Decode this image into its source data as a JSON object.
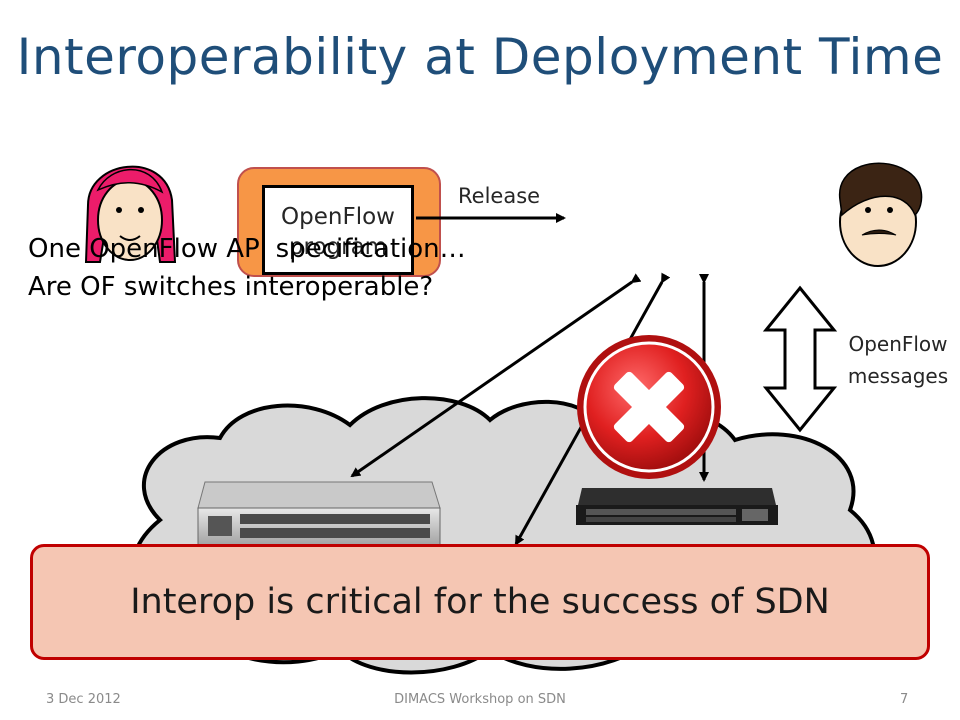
{
  "slide": {
    "title": "Interoperability at Deployment Time",
    "release_label": "Release",
    "program_box": {
      "line1": "OpenFlow",
      "line2": "program"
    },
    "question_lines": [
      "One OpenFlow API specification…",
      "Are OF switches interoperable?"
    ],
    "messages_label": {
      "line1": "OpenFlow",
      "line2": "messages"
    },
    "banner_text": "Interop is critical for the success of SDN",
    "footer": {
      "date": "3 Dec 2012",
      "event": "DIMACS Workshop on SDN",
      "page": "7"
    }
  },
  "colors": {
    "title": "#1f4e79",
    "program_orange": "#f79646",
    "banner_fill": "#f5c6b3",
    "banner_border": "#c00000",
    "error_red": "#d91c1c",
    "cloud_fill": "#d9d9d9"
  },
  "icons": [
    "girl-avatar-icon",
    "boy-avatar-icon",
    "error-x-icon",
    "cloud-icon",
    "switch-icon"
  ]
}
